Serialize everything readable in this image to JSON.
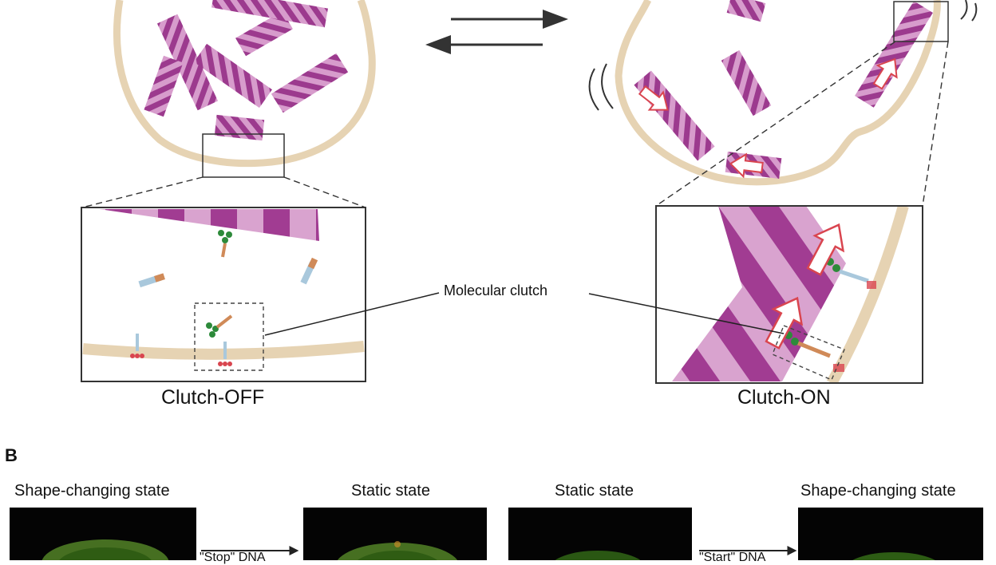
{
  "panel_a": {
    "labels": {
      "clutch_off": "Clutch-OFF",
      "clutch_on": "Clutch-ON",
      "molecular_clutch": "Molecular clutch"
    }
  },
  "panel_b": {
    "section_label": "B",
    "images": [
      {
        "label": "Shape-changing state"
      },
      {
        "label": "Static state"
      },
      {
        "label": "Static state"
      },
      {
        "label": "Shape-changing state"
      }
    ],
    "transitions": {
      "stop": "\"Stop\" DNA",
      "start": "\"Start\" DNA"
    }
  },
  "colors": {
    "membrane": "#e6d3b3",
    "filament_dark": "#9c3a8e",
    "filament_light": "#d79ccc",
    "clutch_green": "#2d8a3a",
    "arrow_red": "#d9454f",
    "fluorescence": "#7ec83a",
    "background": "#ffffff"
  }
}
